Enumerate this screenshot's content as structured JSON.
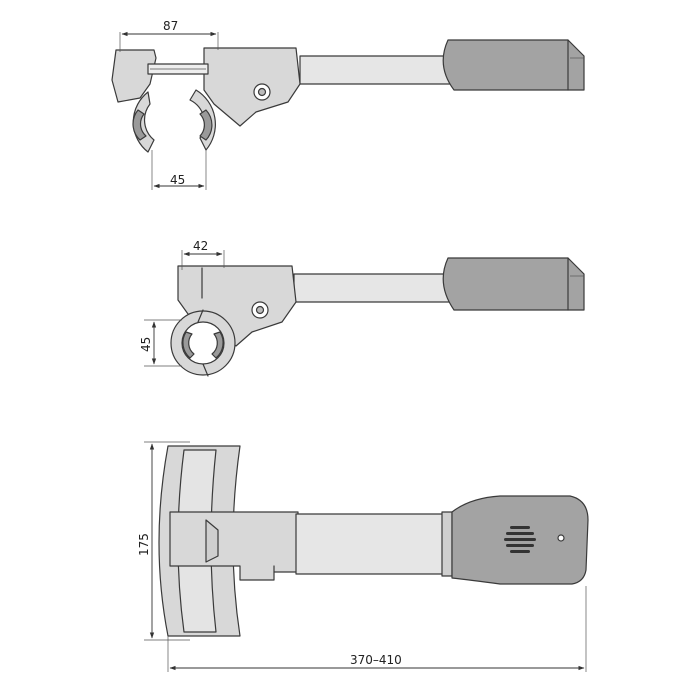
{
  "colors": {
    "body": "#d8d8d8",
    "grip": "#a3a3a3",
    "tube": "#e6e6e6",
    "outline": "#3a3a3a",
    "dimension": "#333333"
  },
  "views": {
    "open_side": {
      "dim_top": "87",
      "dim_bottom": "45"
    },
    "closed_side": {
      "dim_top": "42",
      "dim_left": "45"
    },
    "top": {
      "dim_height": "175",
      "dim_length": "370–410"
    }
  }
}
